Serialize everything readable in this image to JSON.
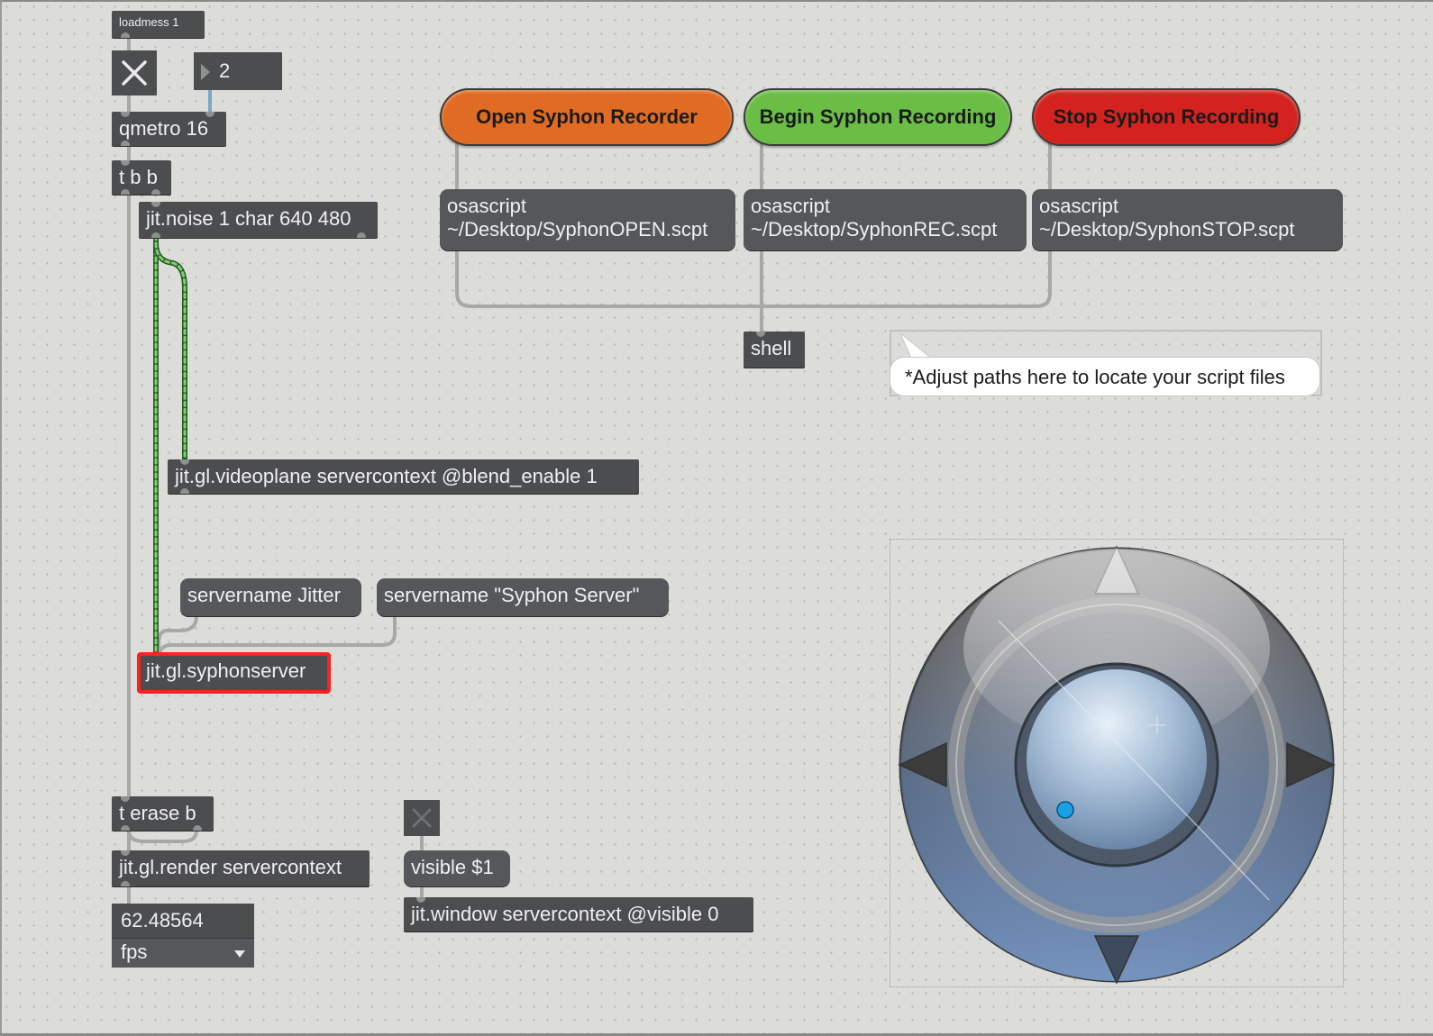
{
  "loadmess": "loadmess 1",
  "number_box": "2",
  "qmetro": "qmetro 16",
  "trigger_bbb": "t b b",
  "noise": "jit.noise 1 char 640 480",
  "buttons": {
    "open": "Open Syphon Recorder",
    "begin": "Begin Syphon Recording",
    "stop": "Stop Syphon Recording"
  },
  "button_colors": {
    "open": "#e06b22",
    "begin": "#6abe46",
    "stop": "#d4231e"
  },
  "osascripts": [
    {
      "line1": "osascript",
      "line2": "~/Desktop/SyphonOPEN.scpt"
    },
    {
      "line1": "osascript",
      "line2": "~/Desktop/SyphonREC.scpt"
    },
    {
      "line1": "osascript",
      "line2": "~/Desktop/SyphonSTOP.scpt"
    }
  ],
  "shell": "shell",
  "comment": "*Adjust paths here to locate your script files",
  "videoplane": "jit.gl.videoplane servercontext @blend_enable 1",
  "servername_jitter": "servername Jitter",
  "servername_syphon": "servername \"Syphon Server\"",
  "syphonserver": "jit.gl.syphonserver",
  "trigger_erase": "t erase b",
  "render": "jit.gl.render servercontext",
  "fps": {
    "value": "62.48564",
    "unit": "fps"
  },
  "visible_msg": "visible $1",
  "window": "jit.window servercontext @visible 0",
  "icons": [
    "toggle-x-icon",
    "dropdown-arrow-icon",
    "inlet-arrow-icon",
    "knob-point-icon"
  ]
}
